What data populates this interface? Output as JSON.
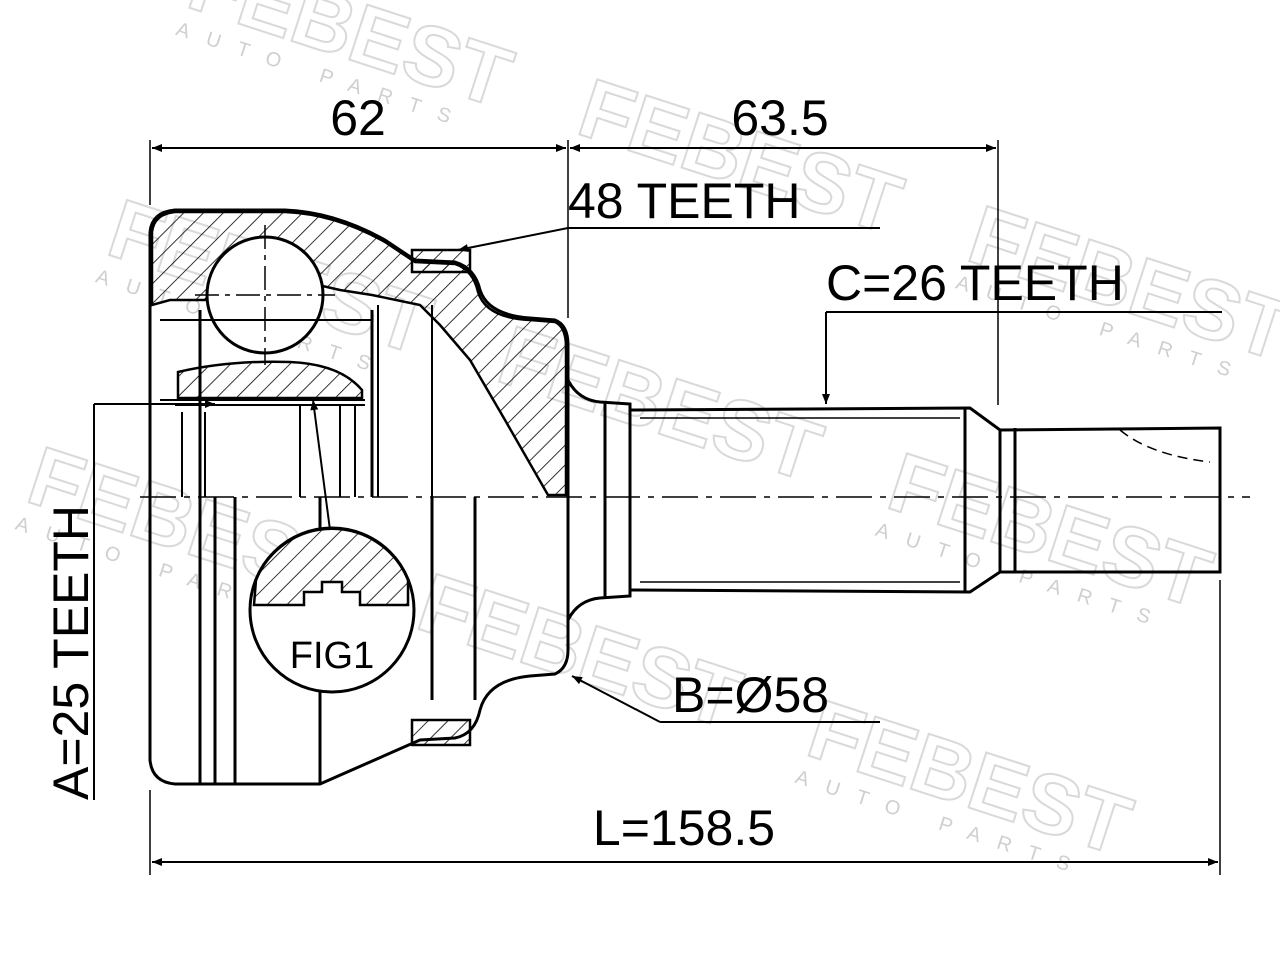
{
  "watermark": {
    "brand": "FEBEST",
    "tagline": "AUTO PARTS"
  },
  "dimensions": {
    "housing_length": "62",
    "stub_length": "63.5",
    "abs_ring_teeth": "48 TEETH",
    "outer_spline": "C=26 TEETH",
    "inner_spline": "A=25 TEETH",
    "seal_diameter": "B=Ø58",
    "total_length": "L=158.5"
  },
  "figure_label": "FIG1",
  "colors": {
    "line": "#000000",
    "watermark": "#d9d9d9"
  }
}
